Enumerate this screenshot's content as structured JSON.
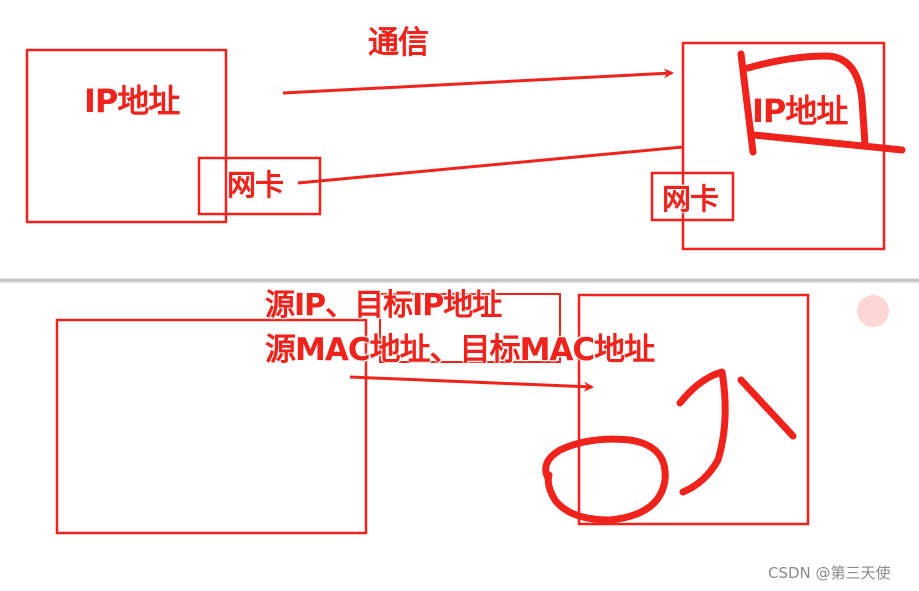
{
  "top_panel": {
    "title": "通信",
    "left_host": {
      "ip_label": "IP地址",
      "nic_label": "网卡"
    },
    "right_host": {
      "ip_label": "IP地址",
      "nic_label": "网卡"
    },
    "arrow_ip_to_ip": "communication arrow from left IP to right host",
    "line_nic_to_nic": "line from left NIC to right host"
  },
  "bottom_panel": {
    "header_line_1": "源IP、目标IP地址",
    "header_line_2": "源MAC地址、目标MAC地址",
    "handwriting": "圆圈与“入”字手写标注"
  },
  "colors": {
    "stroke": "#f0231c",
    "pink_dot": "#fdd7d5",
    "divider": "#c4c4c4",
    "watermark": "#8a8a8a"
  },
  "watermark": "CSDN @第三天使"
}
